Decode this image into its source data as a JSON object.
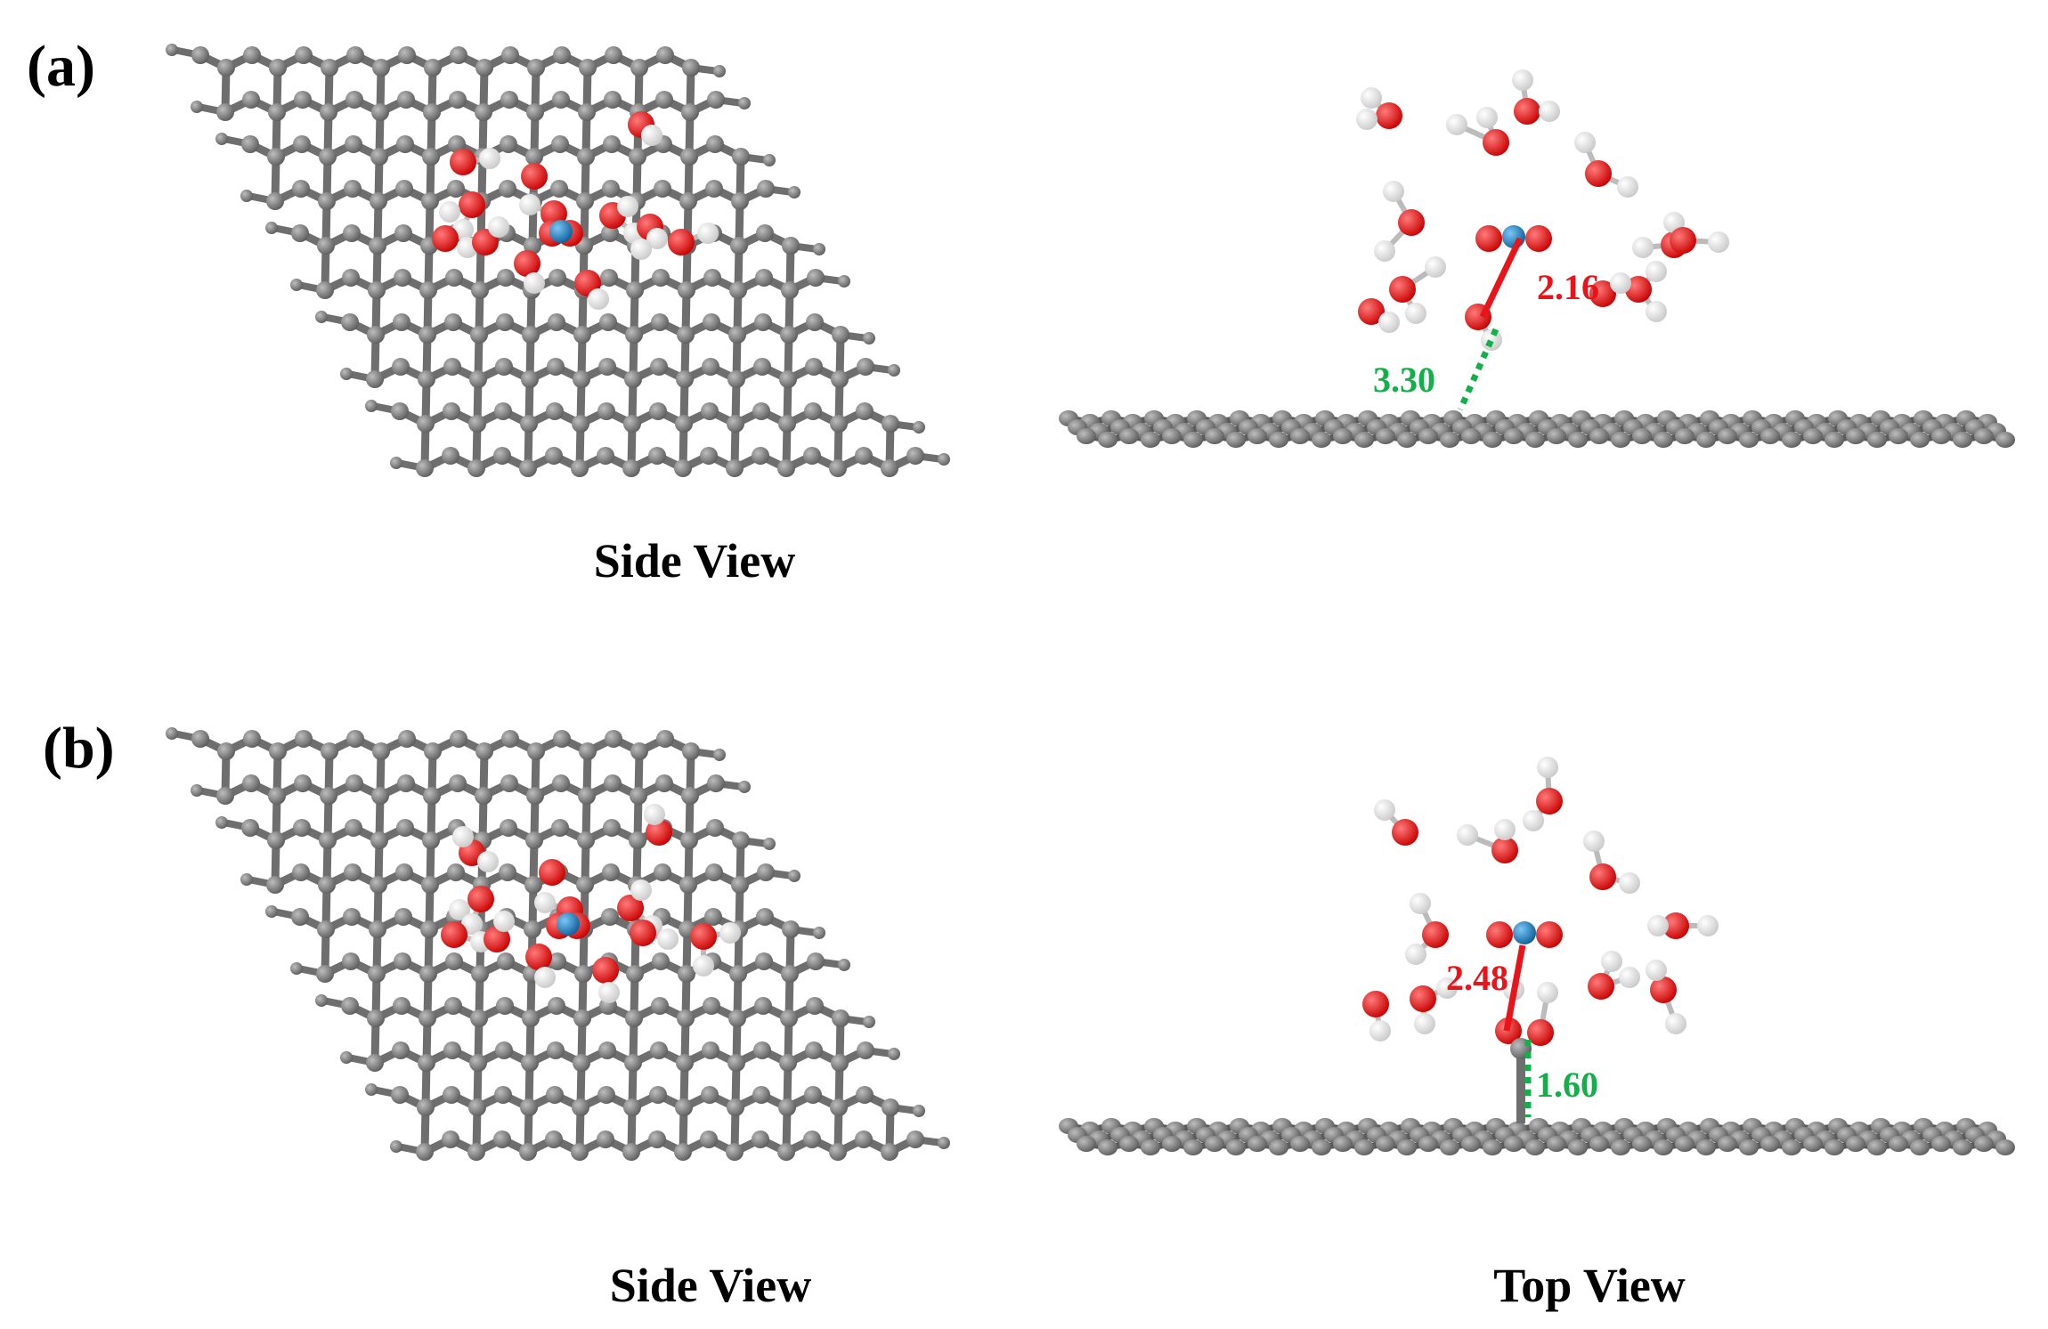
{
  "panels": [
    {
      "label": "(a)",
      "side_caption": "Side View",
      "top_caption": "",
      "red_distance": "2.16",
      "green_distance": "3.30"
    },
    {
      "label": "(b)",
      "side_caption": "Side View",
      "top_caption": "Top View",
      "red_distance": "2.48",
      "green_distance": "1.60"
    }
  ],
  "colors": {
    "carbon": "#7a7a7a",
    "carbon_dark": "#5a5a5a",
    "oxygen": "#e8141a",
    "hydrogen": "#f2f2f2",
    "metal": "#1f86c9",
    "red_bond": "#e8141a",
    "green_bond": "#13b04a"
  }
}
